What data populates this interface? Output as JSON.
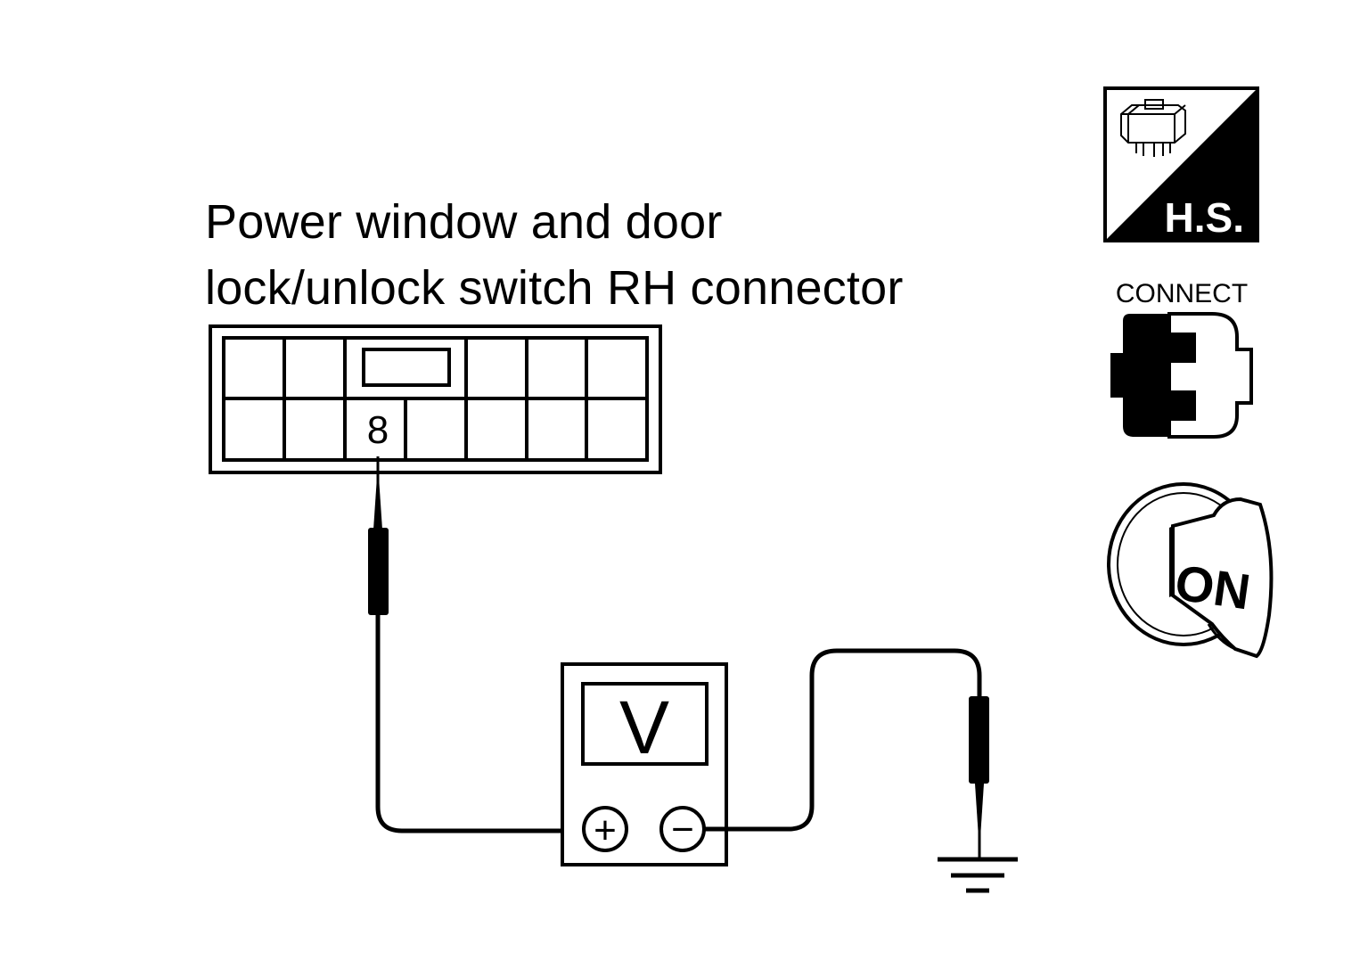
{
  "title": {
    "line1": "Power window and door",
    "line2": "lock/unlock switch RH connector"
  },
  "connector": {
    "terminal_label": "8"
  },
  "meter": {
    "label": "V",
    "positive_symbol": "+",
    "negative_symbol": "−"
  },
  "conditions": {
    "harness_side_label": "H.S.",
    "connect_label": "CONNECT",
    "ignition_label": "ON"
  },
  "icons": {
    "harness_side": "harness-side-icon",
    "connect": "connector-connected-icon",
    "ignition": "ignition-key-on-icon",
    "ground": "ground-icon"
  },
  "colors": {
    "ink": "#000000",
    "paper": "#ffffff"
  }
}
